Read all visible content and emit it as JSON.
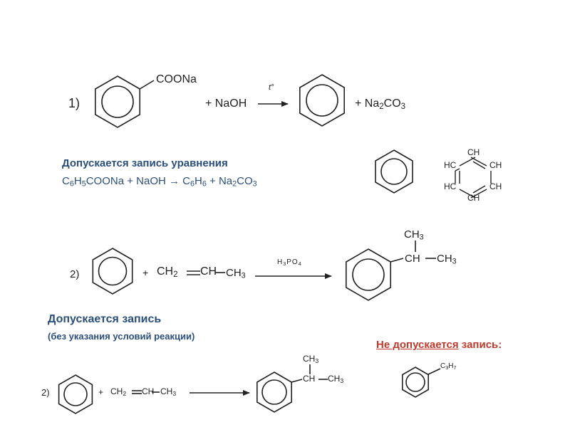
{
  "reaction1": {
    "number": "1)",
    "substituent": "COONa",
    "reagent": "+ NaOH",
    "condition": "t°",
    "product_plus": "+ Na",
    "product_sub": "2",
    "product_rest": "CO",
    "product_sub2": "3"
  },
  "allowed1": {
    "heading": "Допускается запись уравнения",
    "eq": [
      "C",
      "6",
      "H",
      "5",
      "COONa + NaOH → C",
      "6",
      "H",
      "6",
      " + Na",
      "2",
      "CO",
      "3"
    ]
  },
  "kekule": {
    "top": "CH",
    "upper_left": "HC",
    "upper_right": "CH",
    "lower_left": "HC",
    "lower_right": "CH",
    "bottom": "CH"
  },
  "reaction2": {
    "number": "2)",
    "plus": "+",
    "propene_a": "CH",
    "propene_a_sub": "2",
    "propene_b": "CH",
    "propene_c": "CH",
    "propene_c_sub": "3",
    "catalyst": "H",
    "catalyst_sub": "3",
    "catalyst_rest": "PO",
    "catalyst_sub2": "4",
    "ch3_top": "CH",
    "ch3_top_sub": "3",
    "ch_mid": "CH",
    "ch3_right": "CH",
    "ch3_right_sub": "3"
  },
  "allowed2": {
    "heading": "Допускается запись",
    "note": "(без указания условий реакции)"
  },
  "not_allowed": {
    "word": "Не допускается",
    "rest": " запись:",
    "substituent": "C",
    "substituent_sub": "3",
    "substituent_h": "H",
    "substituent_sub2": "7"
  },
  "reaction3": {
    "number": "2)",
    "plus": "+",
    "propene_a": "CH",
    "propene_a_sub": "2",
    "propene_b": "CH",
    "propene_c": "CH",
    "propene_c_sub": "3",
    "ch3_top": "CH",
    "ch3_top_sub": "3",
    "ch_mid": "CH",
    "ch3_right": "CH",
    "ch3_right_sub": "3"
  }
}
